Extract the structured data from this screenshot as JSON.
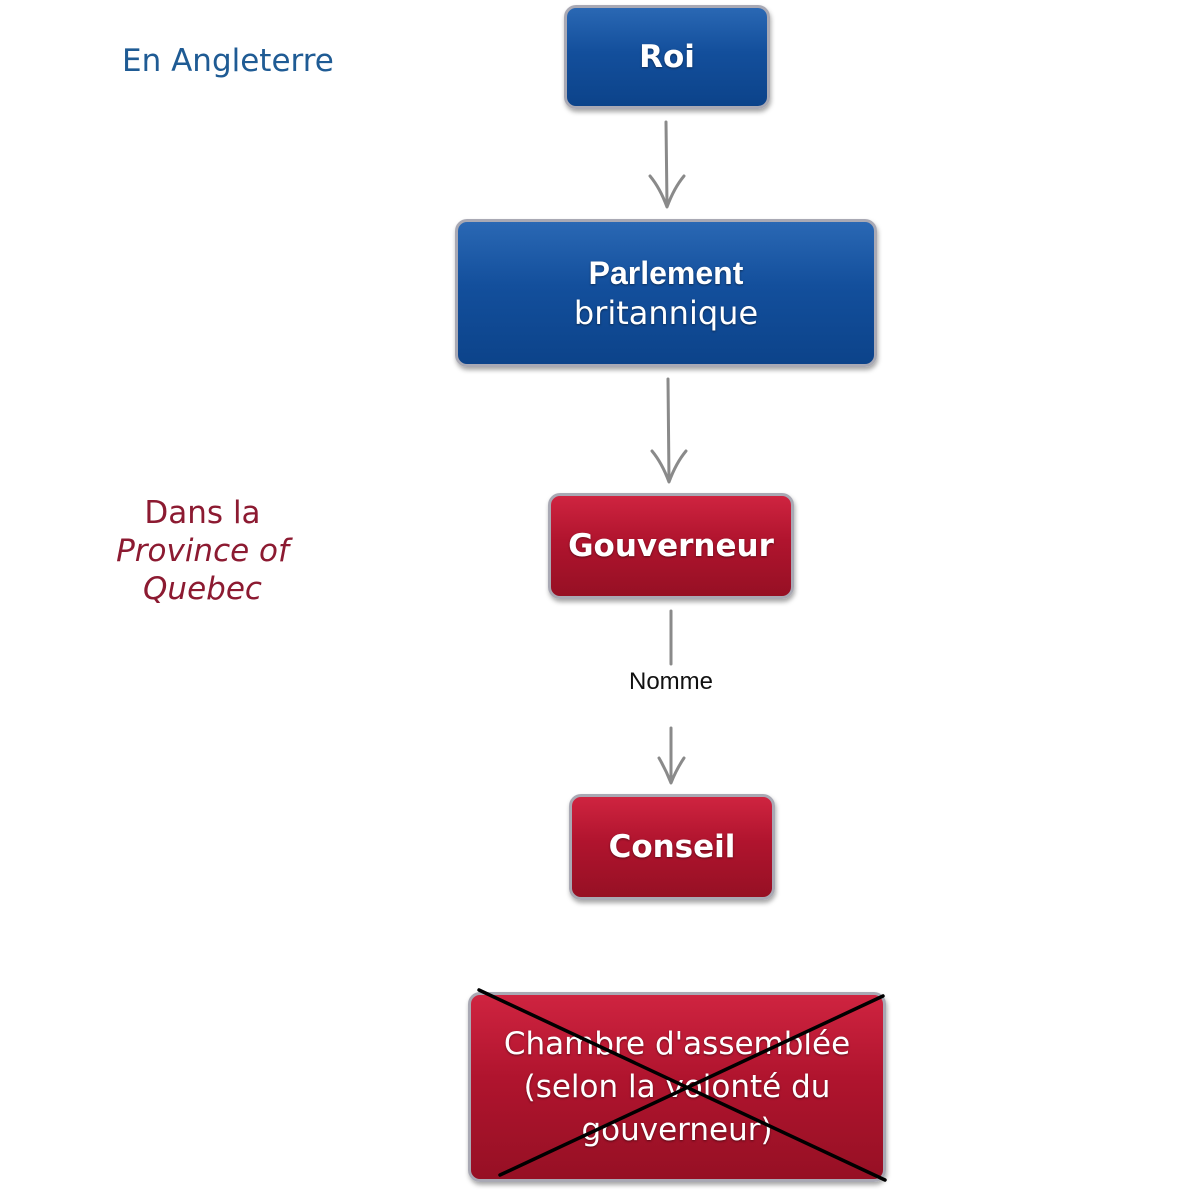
{
  "regions": {
    "england": "En Angleterre",
    "province_line1": "Dans la",
    "province_line2": "Province of",
    "province_line3": "Quebec"
  },
  "nodes": {
    "roi": "Roi",
    "parlement_line1": "Parlement",
    "parlement_line2": "britannique",
    "gouverneur": "Gouverneur",
    "conseil": "Conseil",
    "chambre_line1": "Chambre d'assemblée",
    "chambre_line2": "(selon la volonté du",
    "chambre_line3": "gouverneur)"
  },
  "edges": {
    "gouverneur_to_conseil": "Nomme"
  },
  "colors": {
    "england_blue": "#1f5b94",
    "province_red": "#8c1a31",
    "node_blue": "#134f9c",
    "node_red": "#b0142e",
    "arrow_gray": "#8a8a8a",
    "cross_black": "#000000"
  }
}
